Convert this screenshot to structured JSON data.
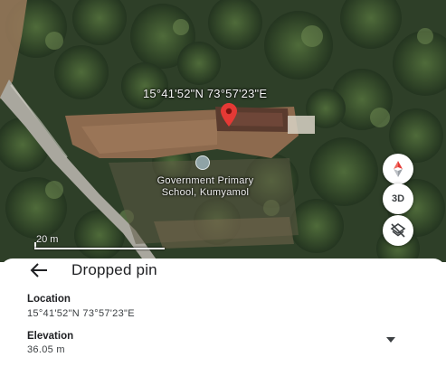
{
  "map": {
    "pin_coordinates": "15°41'52\"N 73°57'23\"E",
    "place_name_line1": "Government Primary",
    "place_name_line2": "School, Kumyamol",
    "scale_label": "20 m",
    "icons": {
      "compass": "compass-icon",
      "three_d": "3D",
      "layers": "layers-off-icon",
      "pin": "location-pin-icon"
    },
    "colors": {
      "pin": "#e53935",
      "compass_needle": "#e53935"
    }
  },
  "sheet": {
    "back_icon": "arrow-left-icon",
    "title": "Dropped pin",
    "location_label": "Location",
    "location_value": "15°41'52\"N 73°57'23\"E",
    "elevation_label": "Elevation",
    "elevation_value": "36.05 m"
  }
}
